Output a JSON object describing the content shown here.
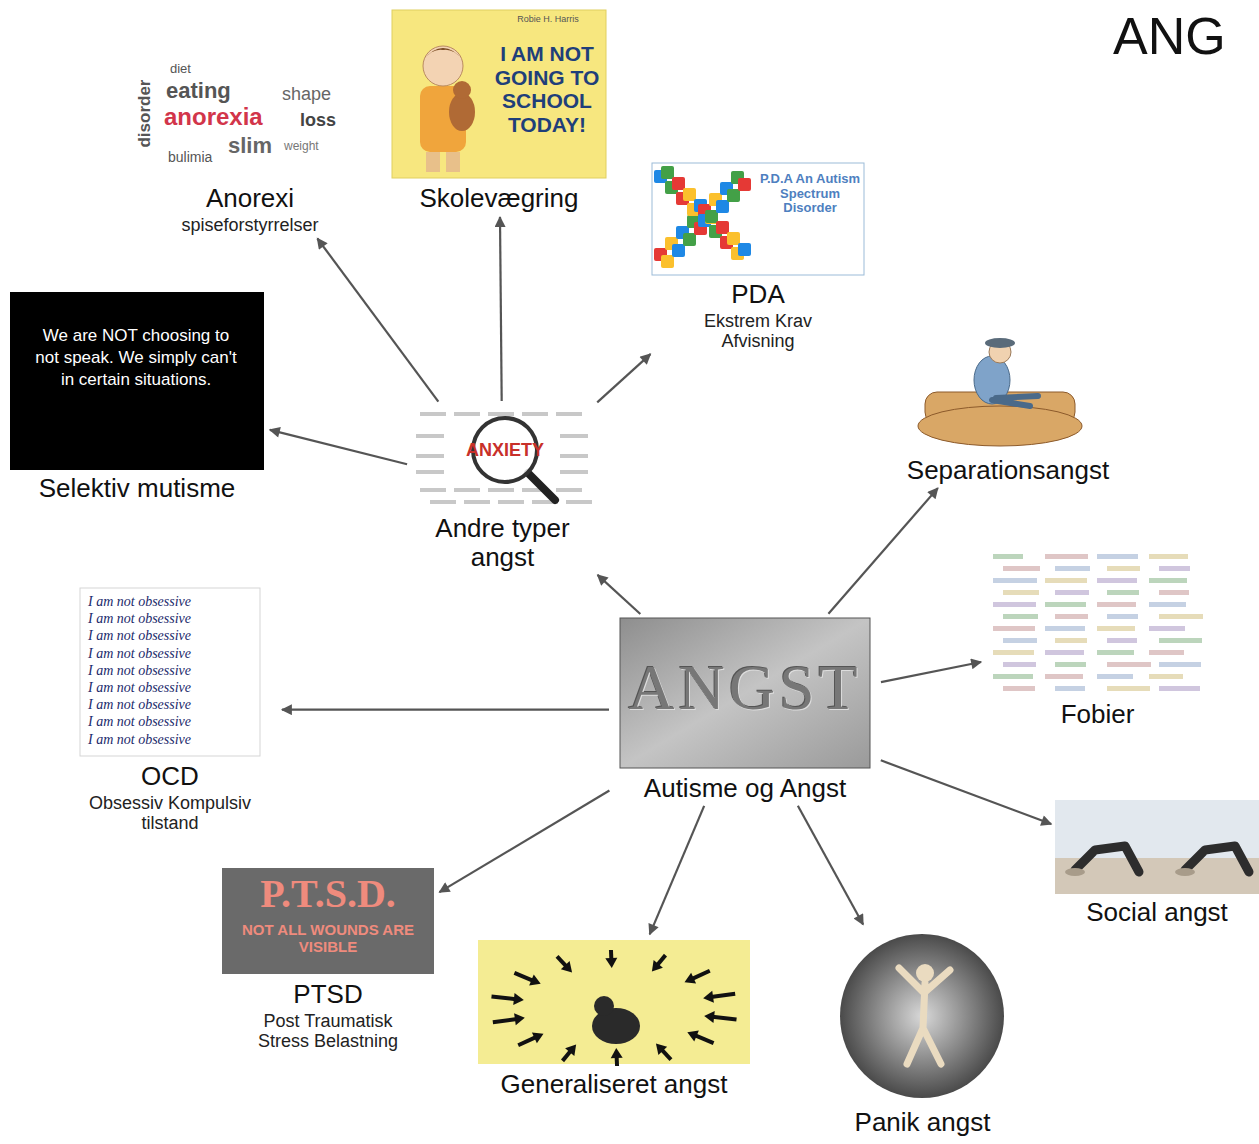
{
  "diagram": {
    "title": "ANG",
    "nodes": [
      {
        "text": [
          "Skolevægring"
        ]
      },
      {
        "text": [
          "Anorexi",
          "spiseforstyrrelser"
        ]
      },
      {
        "text": [
          "PDA",
          "Ekstrem Krav Afvisning"
        ]
      },
      {
        "text": [
          "Selektiv mutisme"
        ]
      },
      {
        "text": [
          "Separationsangst"
        ]
      },
      {
        "text": [
          "Andre typer angst"
        ]
      },
      {
        "text": [
          "Fobier"
        ]
      },
      {
        "text": [
          "OCD",
          "Obsessiv Kompulsiv tilstand"
        ]
      },
      {
        "text": [
          "Autisme og Angst"
        ]
      },
      {
        "text": [
          "Social angst"
        ]
      },
      {
        "text": [
          "PTSD",
          "Post Traumatisk Stress Belastning"
        ]
      },
      {
        "text": [
          "Generaliseret angst"
        ]
      },
      {
        "text": [
          "Panik angst"
        ]
      }
    ],
    "edges": [
      {
        "from": 8,
        "to": 5,
        "arrow": "to"
      },
      {
        "from": 5,
        "to": 3,
        "arrow": "to"
      },
      {
        "from": 5,
        "to": 1,
        "arrow": "to"
      },
      {
        "from": 5,
        "to": 0,
        "arrow": "to"
      },
      {
        "from": 5,
        "to": 2,
        "arrow": "to"
      },
      {
        "from": 8,
        "to": 4,
        "arrow": "to"
      },
      {
        "from": 8,
        "to": 6,
        "arrow": "to"
      },
      {
        "from": 8,
        "to": 9,
        "arrow": "to"
      },
      {
        "from": 8,
        "to": 12,
        "arrow": "to"
      },
      {
        "from": 8,
        "to": 11,
        "arrow": "to"
      },
      {
        "from": 8,
        "to": 10,
        "arrow": "to"
      },
      {
        "from": 8,
        "to": 7,
        "arrow": "to"
      }
    ],
    "labels": [
      "Robie H. Harris",
      "I AM NOT GOING TO SCHOOL TODAY!",
      "diet",
      "eating",
      "anorexia",
      "disorder",
      "shape",
      "loss",
      "slim",
      "bulimia",
      "weight",
      "P.D.A An Autism Spectrum Disorder",
      "We are NOT choosing to not speak. We simply can't in certain situations.",
      "ANXIETY",
      "I am not obsessive",
      "I am not obsessive",
      "I am not obsessive",
      "I am not obsessive",
      "I am not obsessive",
      "I am not obsessive",
      "I am not obsessive",
      "I am not obsessive",
      "I am not obsessive",
      "ANGST",
      "P.T.S.D.",
      "NOT ALL WOUNDS ARE VISIBLE"
    ]
  }
}
